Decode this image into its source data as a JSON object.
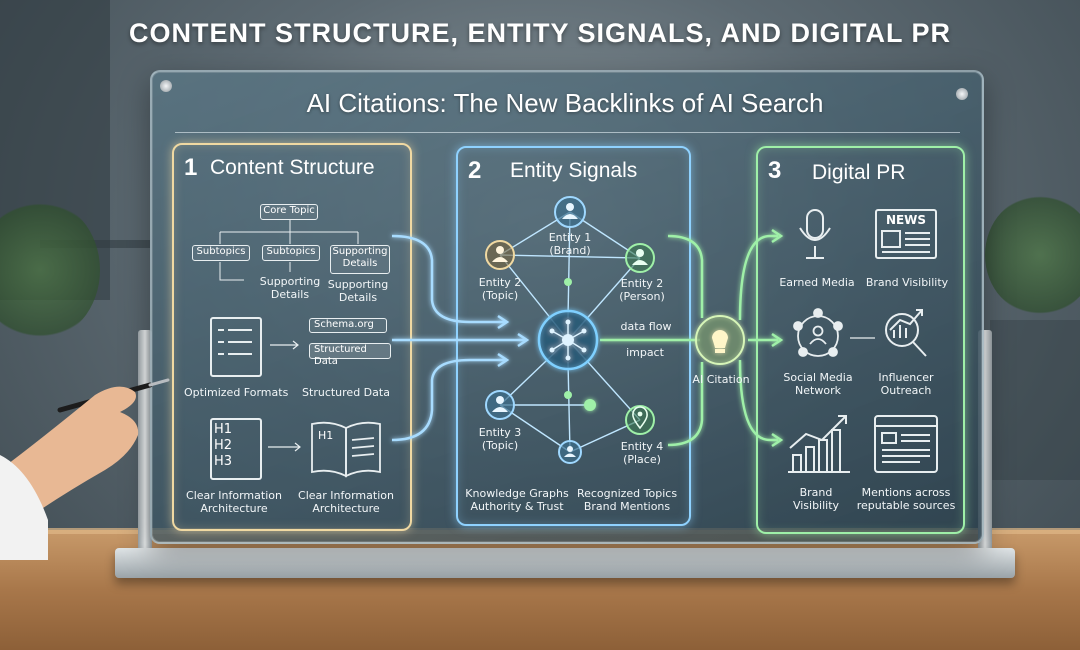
{
  "header": {
    "title": "CONTENT STRUCTURE, ENTITY SIGNALS, AND DIGITAL PR"
  },
  "board": {
    "title": "AI Citations: The New Backlinks of AI Search"
  },
  "columns": [
    {
      "number": "1",
      "name": "Content Structure"
    },
    {
      "number": "2",
      "name": "Entity Signals"
    },
    {
      "number": "3",
      "name": "Digital PR"
    }
  ],
  "content_structure": {
    "core_topic": "Core Topic",
    "subtopics_1": "Subtopics",
    "subtopics_2": "Subtopics",
    "supporting_1": "Supporting\nDetails",
    "supporting_2": "Supporting\nDetails",
    "supporting_3": "Supporting\nDetails",
    "schema_chip": "Schema.org",
    "structured_chip": "Structured Data",
    "optimized_formats": "Optimized Formats",
    "structured_data": "Structured Data",
    "h1": "H1",
    "h2": "H2",
    "h3": "H3",
    "book_h1": "H1",
    "clear_info_1": "Clear Information\nArchitecture",
    "clear_info_2": "Clear Information\nArchitecture"
  },
  "entity_signals": {
    "entity_1": "Entity 1\n(Brand)",
    "entity_2_topic": "Entity 2\n(Topic)",
    "entity_2_person": "Entity 2\n(Person)",
    "entity_3": "Entity 3\n(Topic)",
    "entity_4": "Entity 4\n(Place)",
    "data_flow": "data flow",
    "impact": "impact",
    "knowledge_graphs": "Knowledge Graphs\nAuthority & Trust",
    "recognized_topics": "Recognized Topics\nBrand Mentions"
  },
  "ai_citation": "AI Citation",
  "digital_pr": {
    "news_badge": "NEWS",
    "earned_media": "Earned Media",
    "brand_visibility": "Brand Visibility",
    "social_media": "Social Media\nNetwork",
    "influencer": "Influencer\nOutreach",
    "brand_visibility_2": "Brand\nVisibility",
    "mentions": "Mentions across\nreputable sources"
  },
  "colors": {
    "col1": "#f0d9a2",
    "col2": "#8fd2ff",
    "col3": "#9ff0a8",
    "flow": "#a8dcff",
    "hub": "#7fd0ff"
  },
  "icons": [
    "microphone-icon",
    "newspaper-icon",
    "network-icon",
    "magnifier-chart-icon",
    "bar-chart-icon",
    "browser-window-icon",
    "lightbulb-icon",
    "person-icon",
    "location-pin-icon",
    "book-icon",
    "document-icon"
  ]
}
